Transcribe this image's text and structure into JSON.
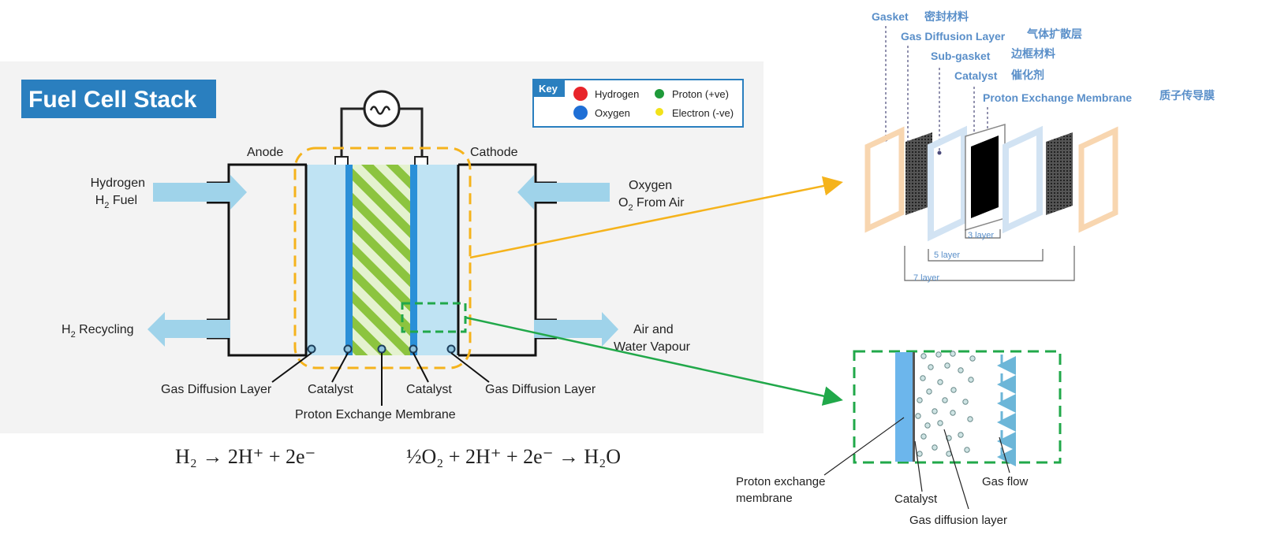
{
  "title": "Fuel Cell Stack",
  "key": {
    "heading": "Key",
    "items": [
      {
        "label": "Hydrogen",
        "color": "#e8242a"
      },
      {
        "label": "Proton (+ve)",
        "color": "#1f9a3a"
      },
      {
        "label": "Oxygen",
        "color": "#1f6fd6"
      },
      {
        "label": "Electron (-ve)",
        "color": "#f2e219"
      }
    ]
  },
  "labels": {
    "anode": "Anode",
    "cathode": "Cathode",
    "hydrogen_line1": "Hydrogen",
    "hydrogen_line2": "H",
    "hydrogen_sub": "2",
    "hydrogen_line2b": " Fuel",
    "oxygen_line1": "Oxygen",
    "oxygen_line2": "O",
    "oxygen_sub": "2",
    "oxygen_line2b": " From Air",
    "recycling": "H",
    "recycling_sub": "2",
    "recycling_b": " Recycling",
    "air_line1": "Air and",
    "air_line2": "Water Vapour",
    "gdl_left": "Gas Diffusion Layer",
    "catalyst_left": "Catalyst",
    "catalyst_right": "Catalyst",
    "gdl_right": "Gas Diffusion Layer",
    "pem": "Proton Exchange Membrane"
  },
  "equations": {
    "anode": "H₂ → 2H⁺ + 2e⁻",
    "cathode": "½O₂ + 2H⁺ + 2e⁻ → H₂O"
  },
  "exploded": {
    "gasket": "Gasket",
    "gasket_cn": "密封材料",
    "gdl": "Gas Diffusion Layer",
    "gdl_cn": "气体扩散层",
    "subgasket": "Sub-gasket",
    "subgasket_cn": "边框材料",
    "catalyst": "Catalyst",
    "catalyst_cn": "催化剂",
    "pem": "Proton Exchange Membrane",
    "pem_cn": "质子传导膜",
    "layer3": "3 layer",
    "layer5": "5 layer",
    "layer7": "7 layer"
  },
  "zoom": {
    "pem_line1": "Proton exchange",
    "pem_line2": "membrane",
    "catalyst": "Catalyst",
    "gdl": "Gas diffusion layer",
    "gas_flow": "Gas flow"
  },
  "colors": {
    "title_bg": "#2a7fbf",
    "panel_bg": "#f3f3f3",
    "light_blue": "#bfe3f3",
    "membrane_blue": "#2a90d8",
    "stripe_green": "#8cc43f",
    "arrow_blue": "#9fd3ea",
    "orange": "#f5b31c",
    "green": "#21a84a",
    "label_blue": "#5a8fc9"
  }
}
